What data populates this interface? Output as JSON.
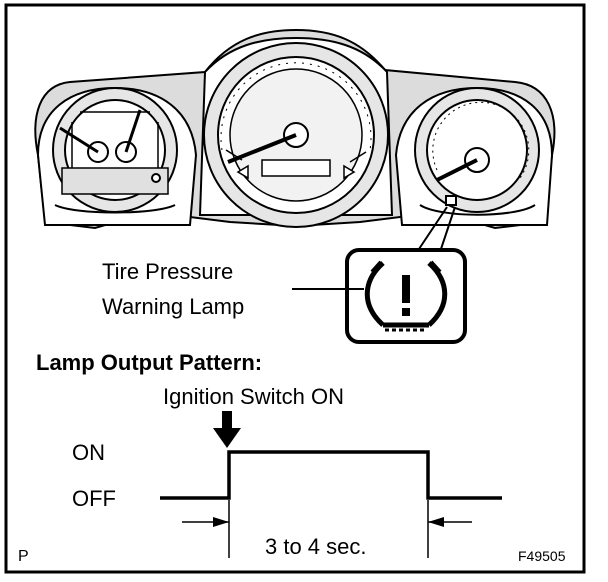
{
  "labels": {
    "lamp_line1": "Tire Pressure",
    "lamp_line2": "Warning Lamp",
    "pattern_title": "Lamp Output Pattern:",
    "ignition": "Ignition Switch ON",
    "on": "ON",
    "off": "OFF",
    "duration": "3 to 4 sec.",
    "corner_left": "P",
    "figure_code": "F49505"
  },
  "icons": {
    "lamp": "tire-pressure-warning-icon",
    "arrow": "down-arrow-icon"
  },
  "colors": {
    "ink": "#000000",
    "paper": "#ffffff",
    "panel_shade": "#d9d9d9"
  }
}
